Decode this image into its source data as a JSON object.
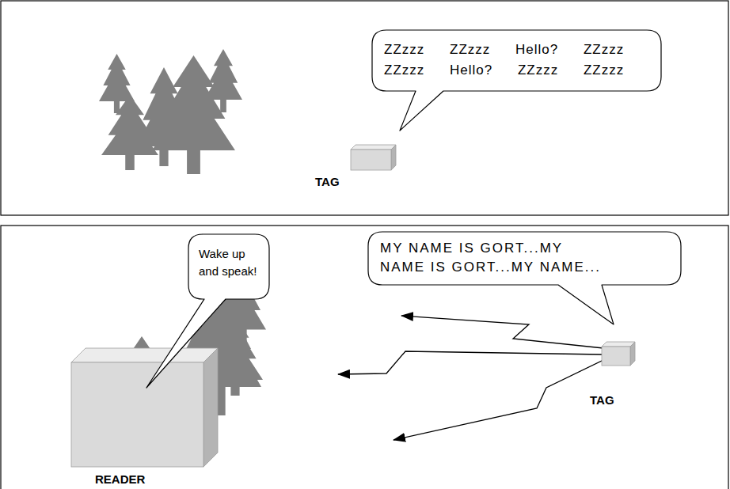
{
  "diagram": {
    "nodes": [
      {
        "text": [
          "ZZzzz ZZzzz Hello? ZZzzz ZZzzz Hello? ZZzzz ZZzzz"
        ]
      },
      {
        "text": [
          "TAG"
        ]
      },
      {
        "text": [
          "READER"
        ]
      },
      {
        "text": [
          "Wake up and speak!"
        ]
      },
      {
        "text": [
          "MY NAME IS GORT...MY NAME IS GORT...MY NAME..."
        ]
      },
      {
        "text": [
          "TAG"
        ]
      }
    ]
  }
}
